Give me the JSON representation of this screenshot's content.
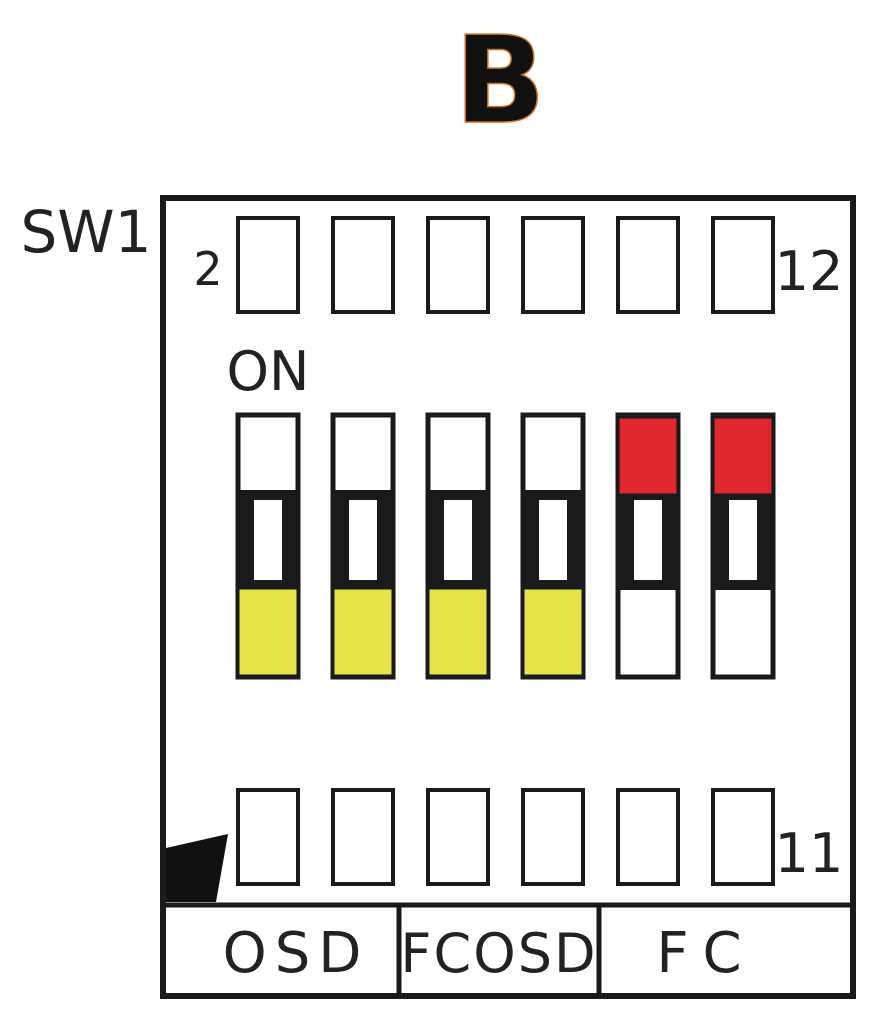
{
  "panel": {
    "title": "B",
    "title_color": "#111111",
    "title_accent": "#c87020"
  },
  "component": {
    "designator": "SW1",
    "pin_top_left": "2",
    "pin_top_right": "12",
    "pin_bottom_right": "11",
    "on_label": "ON"
  },
  "switches": [
    {
      "position": "off",
      "fill": "#e6e24a"
    },
    {
      "position": "off",
      "fill": "#e6e24a"
    },
    {
      "position": "off",
      "fill": "#e6e24a"
    },
    {
      "position": "off",
      "fill": "#e6e24a"
    },
    {
      "position": "on",
      "fill": "#e0262e"
    },
    {
      "position": "on",
      "fill": "#e0262e"
    }
  ],
  "groups": [
    {
      "label": "OSD"
    },
    {
      "label": "FCOSD"
    },
    {
      "label": "FC"
    }
  ],
  "colors": {
    "outline": "#1a1a1a",
    "off_color": "#e6e24a",
    "on_color": "#e0262e"
  }
}
